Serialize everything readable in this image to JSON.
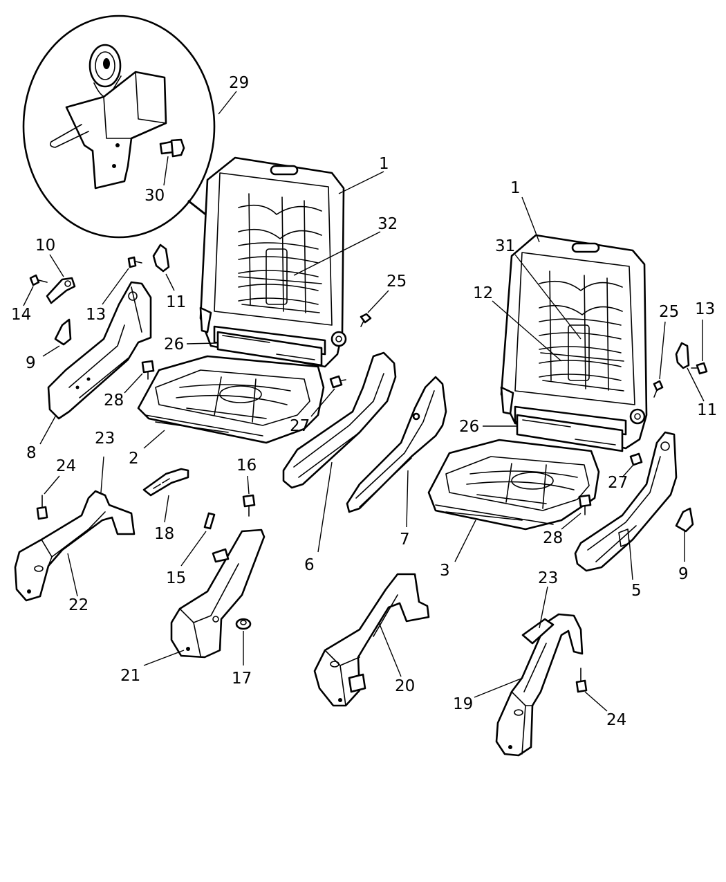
{
  "callouts": [
    {
      "id": "c29a",
      "text": "29"
    },
    {
      "id": "c30",
      "text": "30"
    },
    {
      "id": "c1a",
      "text": "1"
    },
    {
      "id": "c32",
      "text": "32"
    },
    {
      "id": "c1b",
      "text": "1"
    },
    {
      "id": "c31",
      "text": "31"
    },
    {
      "id": "c12",
      "text": "12"
    },
    {
      "id": "c25a",
      "text": "25"
    },
    {
      "id": "c25b",
      "text": "25"
    },
    {
      "id": "c13a",
      "text": "13"
    },
    {
      "id": "c10",
      "text": "10"
    },
    {
      "id": "c14",
      "text": "14"
    },
    {
      "id": "c13b",
      "text": "13"
    },
    {
      "id": "c11a",
      "text": "11"
    },
    {
      "id": "c11b",
      "text": "11"
    },
    {
      "id": "c9a",
      "text": "9"
    },
    {
      "id": "c26a",
      "text": "26"
    },
    {
      "id": "c26b",
      "text": "26"
    },
    {
      "id": "c28a",
      "text": "28"
    },
    {
      "id": "c28b",
      "text": "28"
    },
    {
      "id": "c27a",
      "text": "27"
    },
    {
      "id": "c27b",
      "text": "27"
    },
    {
      "id": "c8",
      "text": "8"
    },
    {
      "id": "c2",
      "text": "2"
    },
    {
      "id": "c23a",
      "text": "23"
    },
    {
      "id": "c24a",
      "text": "24"
    },
    {
      "id": "c16",
      "text": "16"
    },
    {
      "id": "c18",
      "text": "18"
    },
    {
      "id": "c15",
      "text": "15"
    },
    {
      "id": "c6",
      "text": "6"
    },
    {
      "id": "c7",
      "text": "7"
    },
    {
      "id": "c3",
      "text": "3"
    },
    {
      "id": "c5",
      "text": "5"
    },
    {
      "id": "c9b",
      "text": "9"
    },
    {
      "id": "c22",
      "text": "22"
    },
    {
      "id": "c21",
      "text": "21"
    },
    {
      "id": "c17",
      "text": "17"
    },
    {
      "id": "c20",
      "text": "20"
    },
    {
      "id": "c23b",
      "text": "23"
    },
    {
      "id": "c19",
      "text": "19"
    },
    {
      "id": "c24b",
      "text": "24"
    }
  ]
}
